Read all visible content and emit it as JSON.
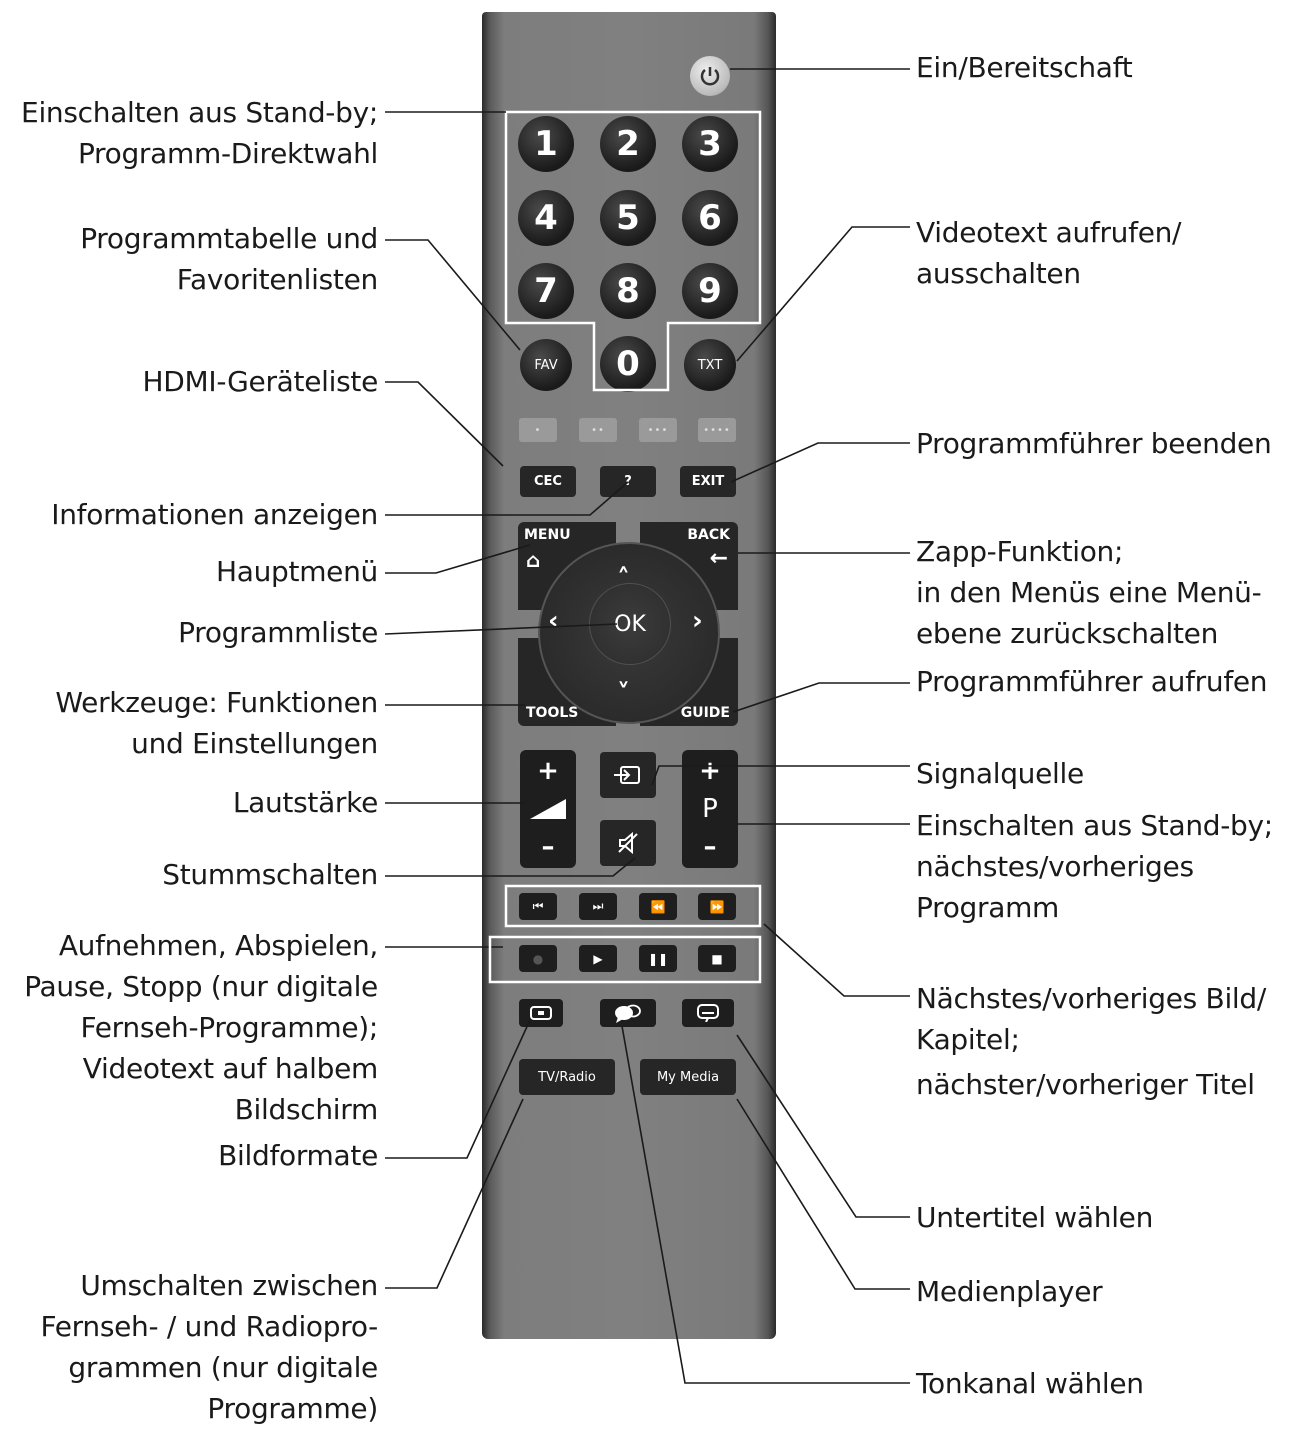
{
  "remote": {
    "digits": [
      "1",
      "2",
      "3",
      "4",
      "5",
      "6",
      "7",
      "8",
      "9",
      "0"
    ],
    "fav": "FAV",
    "txt": "TXT",
    "color_keys": [
      "•",
      "••",
      "•••",
      "••••"
    ],
    "cec": "CEC",
    "info": "?",
    "exit": "EXIT",
    "menu": "MENU",
    "back": "BACK",
    "ok": "OK",
    "tools": "TOOLS",
    "guide": "GUIDE",
    "vol_plus": "+",
    "vol_minus": "–",
    "prog_plus": "+",
    "prog_p": "P",
    "prog_minus": "–",
    "tv_radio": "TV/Radio",
    "my_media": "My Media"
  },
  "labels_left": {
    "standby_digits": "Einschalten aus Stand-by;\nProgramm-Direktwahl",
    "fav": "Programmtabelle und\nFavoritenlisten",
    "hdmi": "HDMI-Geräteliste",
    "info": "Informationen anzeigen",
    "menu": "Hauptmenü",
    "ok": "Programmliste",
    "tools": "Werkzeuge: Funktionen\nund Einstellungen",
    "volume": "Lautstärke",
    "mute": "Stummschalten",
    "record": "Aufnehmen, Abspielen,\nPause, Stopp (nur digitale\nFernseh-Programme);\nVideotext auf halbem\nBildschirm",
    "format": "Bildformate",
    "tv_radio": "Umschalten zwischen\nFernseh- / und Radiopro-\ngrammen (nur digitale\nProgramme)"
  },
  "labels_right": {
    "power": "Ein/Bereitschaft",
    "teletext": "Videotext aufrufen/\nausschalten",
    "exit": "Programmführer beenden",
    "back": " Zapp-Funktion;\nin den Menüs eine Menü-\nebene zurückschalten",
    "guide": "Programmführer aufrufen",
    "source": "Signalquelle",
    "program": "Einschalten aus Stand-by;\nnächstes/vorheriges\nProgramm",
    "chapter_1": "Nächstes/vorheriges Bild/\nKapitel;",
    "chapter_2": "nächster/vorheriger Titel",
    "subtitle": "Untertitel wählen",
    "media": "Medienplayer",
    "audio": "Tonkanal wählen"
  },
  "icons": {
    "power": "power-icon",
    "home": "home-icon",
    "back": "back-arrow-icon",
    "source": "input-source-icon",
    "mute": "mute-icon",
    "volume": "volume-bars-icon"
  }
}
